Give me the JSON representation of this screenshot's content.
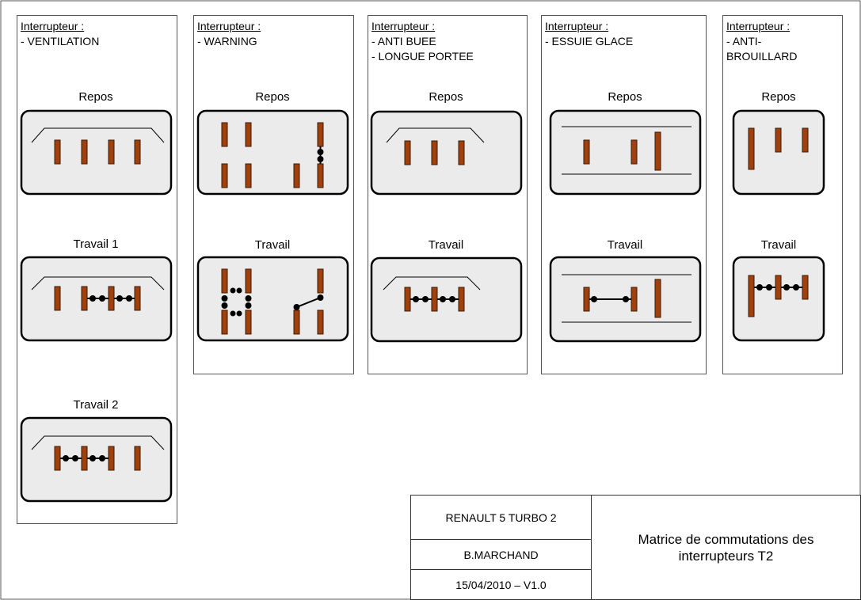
{
  "header_label": "Interrupteur :",
  "columns": [
    {
      "items": [
        "- VENTILATION"
      ],
      "states": [
        "Repos",
        "Travail 1",
        "Travail 2"
      ]
    },
    {
      "items": [
        "- WARNING"
      ],
      "states": [
        "Repos",
        "Travail"
      ]
    },
    {
      "items": [
        "- ANTI BUEE",
        "- LONGUE PORTEE"
      ],
      "states": [
        "Repos",
        "Travail"
      ]
    },
    {
      "items": [
        "- ESSUIE GLACE"
      ],
      "states": [
        "Repos",
        "Travail"
      ]
    },
    {
      "items": [
        "- ANTI-",
        "BROUILLARD"
      ],
      "states": [
        "Repos",
        "Travail"
      ]
    }
  ],
  "title_block": {
    "vehicle": "RENAULT 5 TURBO 2",
    "author": "B.MARCHAND",
    "date_version": "15/04/2010 – V1.0",
    "description": "Matrice de commutations des interrupteurs T2"
  },
  "colors": {
    "contact": "#a0410d",
    "switch_bg": "#ebebeb",
    "line": "#000000"
  }
}
